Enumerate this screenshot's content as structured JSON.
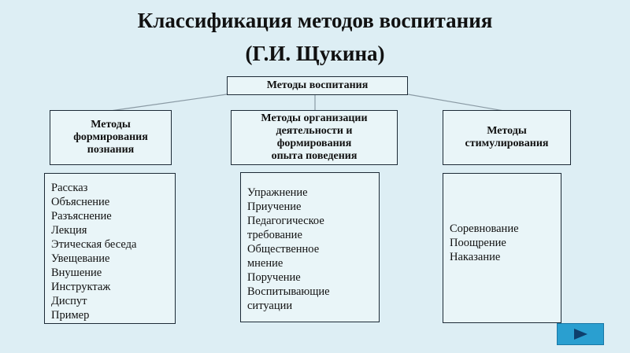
{
  "title": {
    "line1": "Классификация методов воспитания",
    "line2": "(Г.И. Щукина)"
  },
  "root": {
    "label": "Методы воспитания"
  },
  "categories": [
    {
      "header_lines": [
        "Методы",
        "формирования",
        "познания"
      ],
      "items": [
        "Рассказ",
        "Объяснение",
        "Разъяснение",
        "Лекция",
        "Этическая беседа",
        "Увещевание",
        "Внушение",
        "Инструктаж",
        "Диспут",
        "Пример"
      ]
    },
    {
      "header_lines": [
        "Методы организации",
        "деятельности и",
        "формирования",
        "опыта поведения"
      ],
      "items": [
        "Упражнение",
        "Приучение",
        "Педагогическое",
        "требование",
        "Общественное",
        "мнение",
        "Поручение",
        "Воспитывающие",
        "ситуации"
      ]
    },
    {
      "header_lines": [
        "Методы",
        "стимулирования"
      ],
      "items": [
        "Соревнование",
        "Поощрение",
        "Наказание"
      ]
    }
  ],
  "nav": {
    "icon": "play-next-icon",
    "color": "#2a9fd0"
  }
}
